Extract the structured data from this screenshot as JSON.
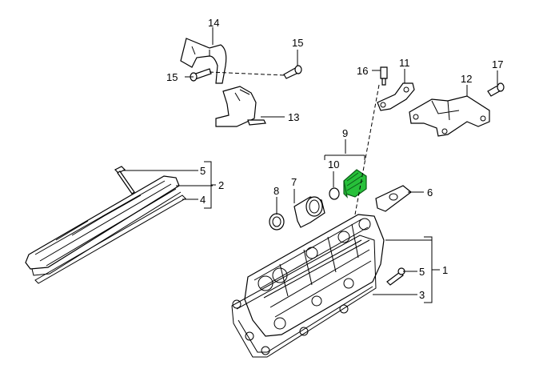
{
  "callouts": {
    "c1": "1",
    "c2": "2",
    "c3": "3",
    "c4": "4",
    "c5a": "5",
    "c5b": "5",
    "c6": "6",
    "c7": "7",
    "c8": "8",
    "c9": "9",
    "c10": "10",
    "c11": "11",
    "c12": "12",
    "c13": "13",
    "c14": "14",
    "c15a": "15",
    "c15b": "15",
    "c16": "16",
    "c17": "17"
  },
  "colors": {
    "highlight": "#27c03a",
    "line": "#000000",
    "background": "#ffffff"
  }
}
